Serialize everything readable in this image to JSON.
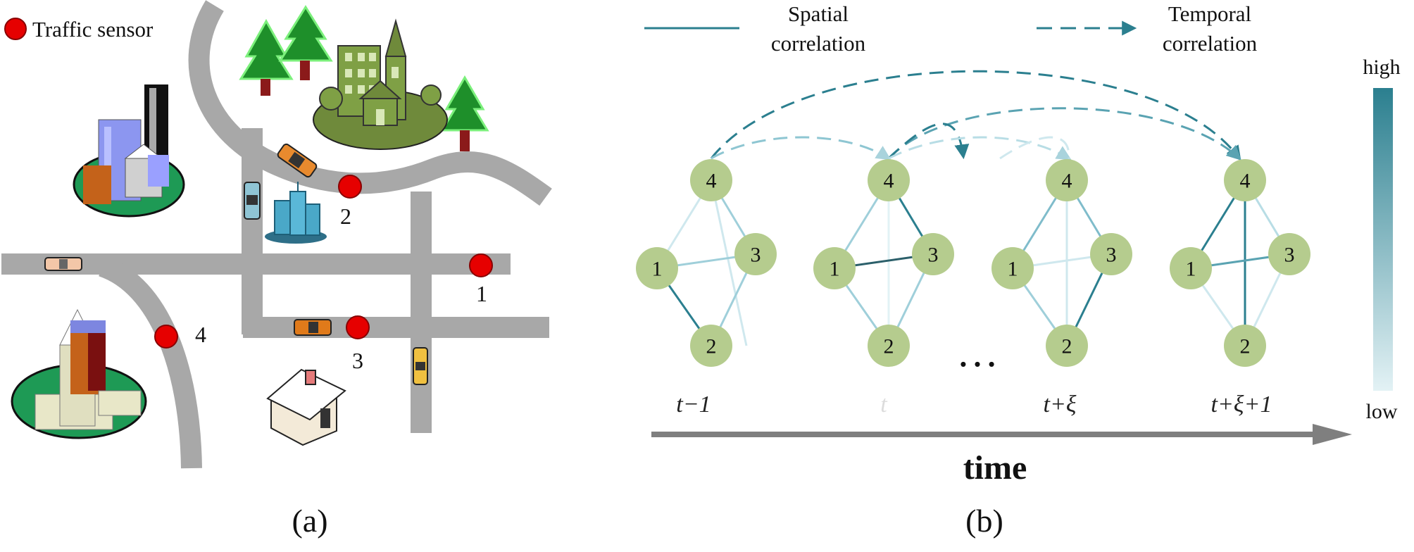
{
  "panel_a": {
    "legend_label": "Traffic sensor",
    "sensors": [
      "1",
      "2",
      "3",
      "4"
    ],
    "caption": "(a)"
  },
  "panel_b": {
    "legend": {
      "spatial": [
        "Spatial",
        "correlation"
      ],
      "temporal": [
        "Temporal",
        "correlation"
      ]
    },
    "colorbar": {
      "high": "high",
      "low": "low"
    },
    "nodes": [
      "1",
      "2",
      "3",
      "4"
    ],
    "time_steps": [
      "t−1",
      "t",
      "t+ξ",
      "t+ξ+1"
    ],
    "ellipsis": "…",
    "axis_title": "time",
    "caption": "(b)"
  },
  "colors": {
    "road": "#a8a8a8",
    "sensor": "#e60000",
    "node": "#b5cc8e",
    "edge_dark": "#2b7f8f",
    "edge_light": "#cfe8ee",
    "arrow": "#7f7f7f"
  }
}
